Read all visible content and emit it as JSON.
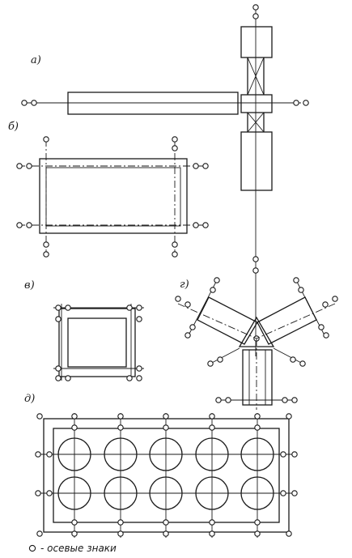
{
  "labels": {
    "a": "а)",
    "b": "б)",
    "v": "в)",
    "g": "г)",
    "d": "д)"
  },
  "legend": {
    "symbol_name": "axis-marker",
    "text": "- осевые знаки"
  },
  "colors": {
    "ink": "#1a1a1a",
    "paper": "#ffffff"
  }
}
